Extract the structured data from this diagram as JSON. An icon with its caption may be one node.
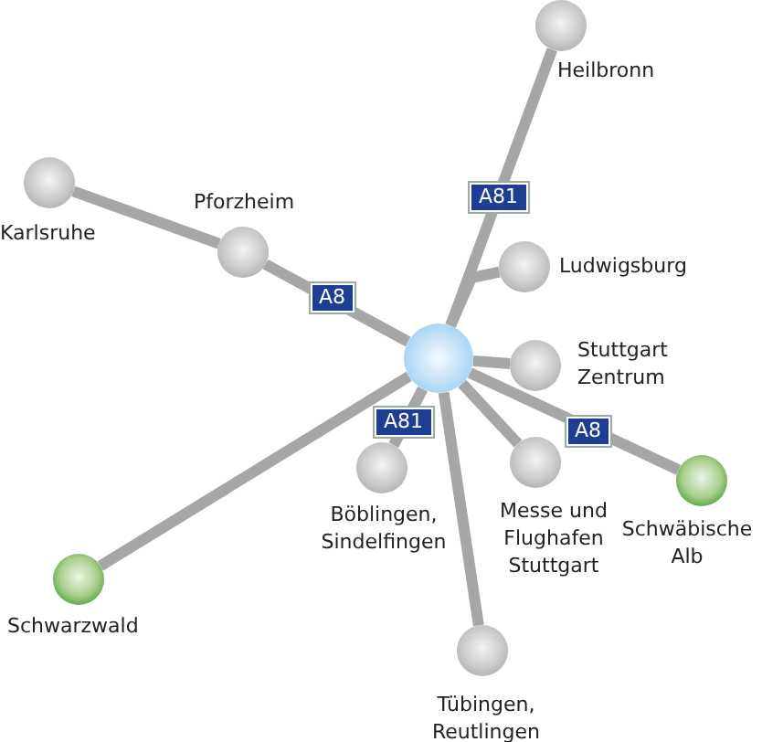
{
  "diagram": {
    "nodes": [
      {
        "text": [],
        "shape": "circle"
      },
      {
        "text": [],
        "shape": "circle",
        "beside": [
          "Heilbronn"
        ]
      },
      {
        "text": [],
        "shape": "circle",
        "beside": [
          "Karlsruhe"
        ]
      },
      {
        "text": [],
        "shape": "circle",
        "beside": [
          "Pforzheim"
        ]
      },
      {
        "text": [],
        "shape": "circle",
        "beside": [
          "Ludwigsburg"
        ]
      },
      {
        "text": [],
        "shape": "circle",
        "beside": [
          "Stuttgart Zentrum"
        ]
      },
      {
        "text": [],
        "shape": "circle",
        "beside": [
          "Böblingen, Sindelfingen"
        ]
      },
      {
        "text": [],
        "shape": "circle",
        "beside": [
          "Messe und Flughafen Stuttgart"
        ]
      },
      {
        "text": [],
        "shape": "circle",
        "beside": [
          "Schwäbische Alb"
        ]
      },
      {
        "text": [],
        "shape": "circle",
        "beside": [
          "Schwarzwald"
        ]
      },
      {
        "text": [],
        "shape": "circle",
        "beside": [
          "Tübingen, Reutlingen"
        ]
      }
    ],
    "edges": [
      {
        "from": 2,
        "to": 3,
        "arrow": "none"
      },
      {
        "from": 3,
        "to": 0,
        "arrow": "none",
        "label": "A8"
      },
      {
        "from": 1,
        "to": 0,
        "arrow": "none",
        "label": "A81"
      },
      {
        "from": 4,
        "to": 0,
        "arrow": "none"
      },
      {
        "from": 5,
        "to": 0,
        "arrow": "none"
      },
      {
        "from": 6,
        "to": 0,
        "arrow": "none",
        "label": "A81"
      },
      {
        "from": 7,
        "to": 0,
        "arrow": "none"
      },
      {
        "from": 8,
        "to": 0,
        "arrow": "none",
        "label": "A8"
      },
      {
        "from": 9,
        "to": 0,
        "arrow": "none"
      },
      {
        "from": 10,
        "to": 0,
        "arrow": "none"
      }
    ]
  }
}
